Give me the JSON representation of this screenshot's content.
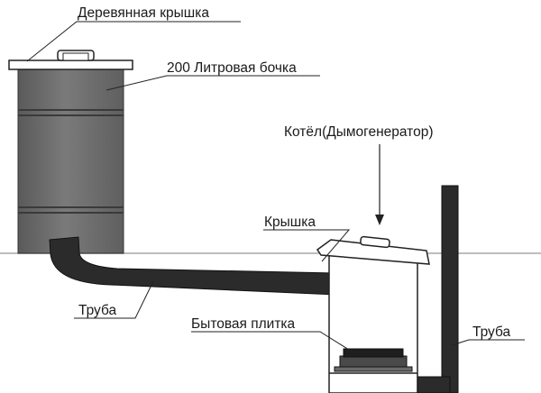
{
  "labels": {
    "wooden_lid": "Деревянная крышка",
    "barrel": "200 Литровая бочка",
    "boiler": "Котёл(Дымогенератор)",
    "lid": "Крышка",
    "pipe_left": "Труба",
    "stove": "Бытовая плитка",
    "pipe_right": "Труба"
  },
  "colors": {
    "barrel_fill": "#6e6e6e",
    "pipe_fill": "#2b2b2b",
    "line": "#111111",
    "ground": "#bdbdbd",
    "text": "#1a1a1a"
  }
}
